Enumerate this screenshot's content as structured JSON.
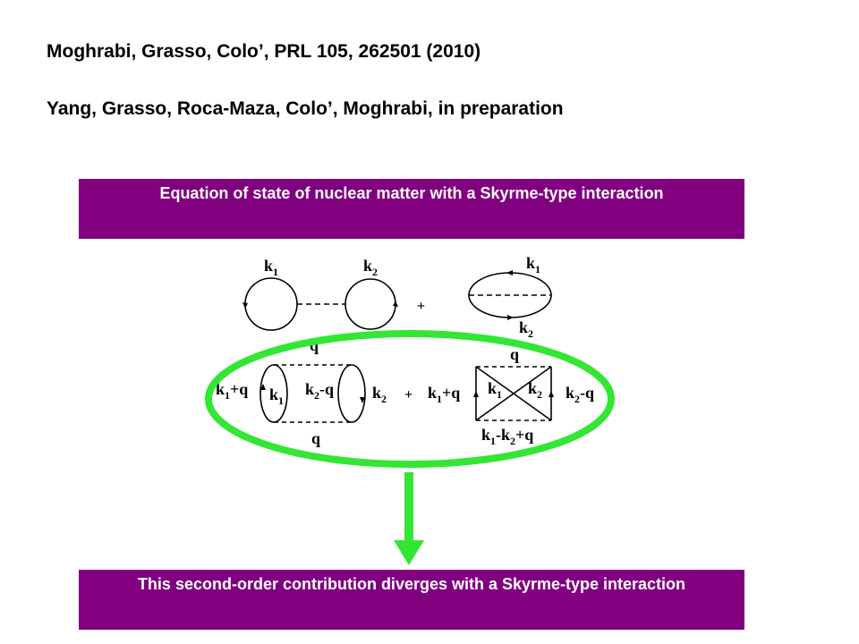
{
  "references": {
    "ref1": "Moghrabi, Grasso, Colo’, PRL 105, 262501 (2010)",
    "ref2": "Yang, Grasso, Roca-Maza, Colo’, Moghrabi, in preparation"
  },
  "banners": {
    "top": "Equation of state of nuclear matter with a Skyrme-type interaction",
    "bottom": "This second-order contribution diverges with a Skyrme-type interaction"
  },
  "diagram": {
    "top_row": {
      "left_k1": "k",
      "left_k1_sub": "1",
      "left_k2": "k",
      "left_k2_sub": "2",
      "plus": "+",
      "right_k1": "k",
      "right_k1_sub": "1",
      "right_k2": "k",
      "right_k2_sub": "2"
    },
    "second_order": {
      "q_top_left": "q",
      "q_bottom_left": "q",
      "q_top_right": "q",
      "plus": "+",
      "label_k1_plus_q_left": "k",
      "label_k1_plus_q_left_sub": "1",
      "label_k1_plus_q_left_suffix": "+q",
      "label_k1_inner": "k",
      "label_k1_inner_sub": "1",
      "label_k2_minus_q_left": "k",
      "label_k2_minus_q_left_sub": "2",
      "label_k2_minus_q_left_suffix": "-q",
      "label_k2_outer": "k",
      "label_k2_outer_sub": "2",
      "label_k1_plus_q_right": "k",
      "label_k1_plus_q_right_sub": "1",
      "label_k1_plus_q_right_suffix": "+q",
      "label_k1_box": "k",
      "label_k1_box_sub": "1",
      "label_k2_box": "k",
      "label_k2_box_sub": "2",
      "label_k2_minus_q_right": "k",
      "label_k2_minus_q_right_sub": "2",
      "label_k2_minus_q_right_suffix": "-q",
      "exchange_bottom_k1": "k",
      "exchange_bottom_k1_sub": "1",
      "exchange_bottom_mid": "-k",
      "exchange_bottom_k2_sub": "2",
      "exchange_bottom_suffix": "+q"
    },
    "highlight_color": "#33e633",
    "banner_color": "#800080"
  }
}
